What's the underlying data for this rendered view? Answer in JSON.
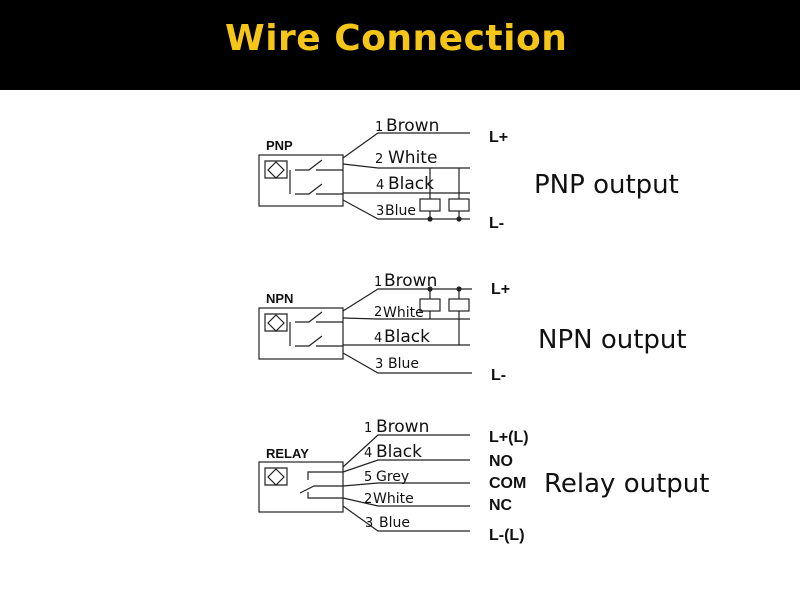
{
  "header": {
    "title": "Wire Connection",
    "title_color": "#f5c518",
    "background": "#000000"
  },
  "pnp": {
    "label": "PNP",
    "output": "PNP output",
    "wires": [
      {
        "num": "1",
        "name": "Brown"
      },
      {
        "num": "2",
        "name": "White"
      },
      {
        "num": "4",
        "name": "Black"
      },
      {
        "num": "3",
        "name": "Blue"
      }
    ],
    "terminals": {
      "plus": "L+",
      "minus": "L-"
    }
  },
  "npn": {
    "label": "NPN",
    "output": "NPN output",
    "wires": [
      {
        "num": "1",
        "name": "Brown"
      },
      {
        "num": "2",
        "name": "White"
      },
      {
        "num": "4",
        "name": "Black"
      },
      {
        "num": "3",
        "name": "Blue"
      }
    ],
    "terminals": {
      "plus": "L+",
      "minus": "L-"
    }
  },
  "relay": {
    "label": "RELAY",
    "output": "Relay output",
    "wires": [
      {
        "num": "1",
        "name": "Brown"
      },
      {
        "num": "4",
        "name": "Black"
      },
      {
        "num": "5",
        "name": "Grey"
      },
      {
        "num": "2",
        "name": "White"
      },
      {
        "num": "3",
        "name": "Blue"
      }
    ],
    "terminals": [
      "L+(L)",
      "NO",
      "COM",
      "NC",
      "L-(L)"
    ]
  }
}
